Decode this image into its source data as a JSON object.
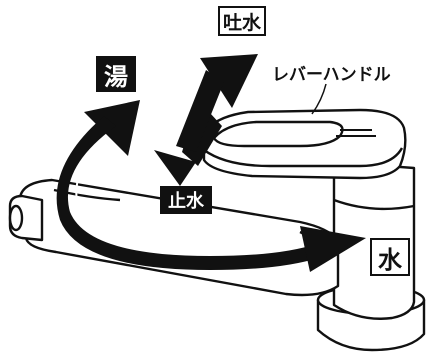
{
  "labels": {
    "spout_open": "吐水",
    "hot_water": "湯",
    "lever_handle": "レバーハンドル",
    "stop_water": "止水",
    "cold_water": "水"
  },
  "colors": {
    "ink": "#111111",
    "paper": "#ffffff"
  }
}
